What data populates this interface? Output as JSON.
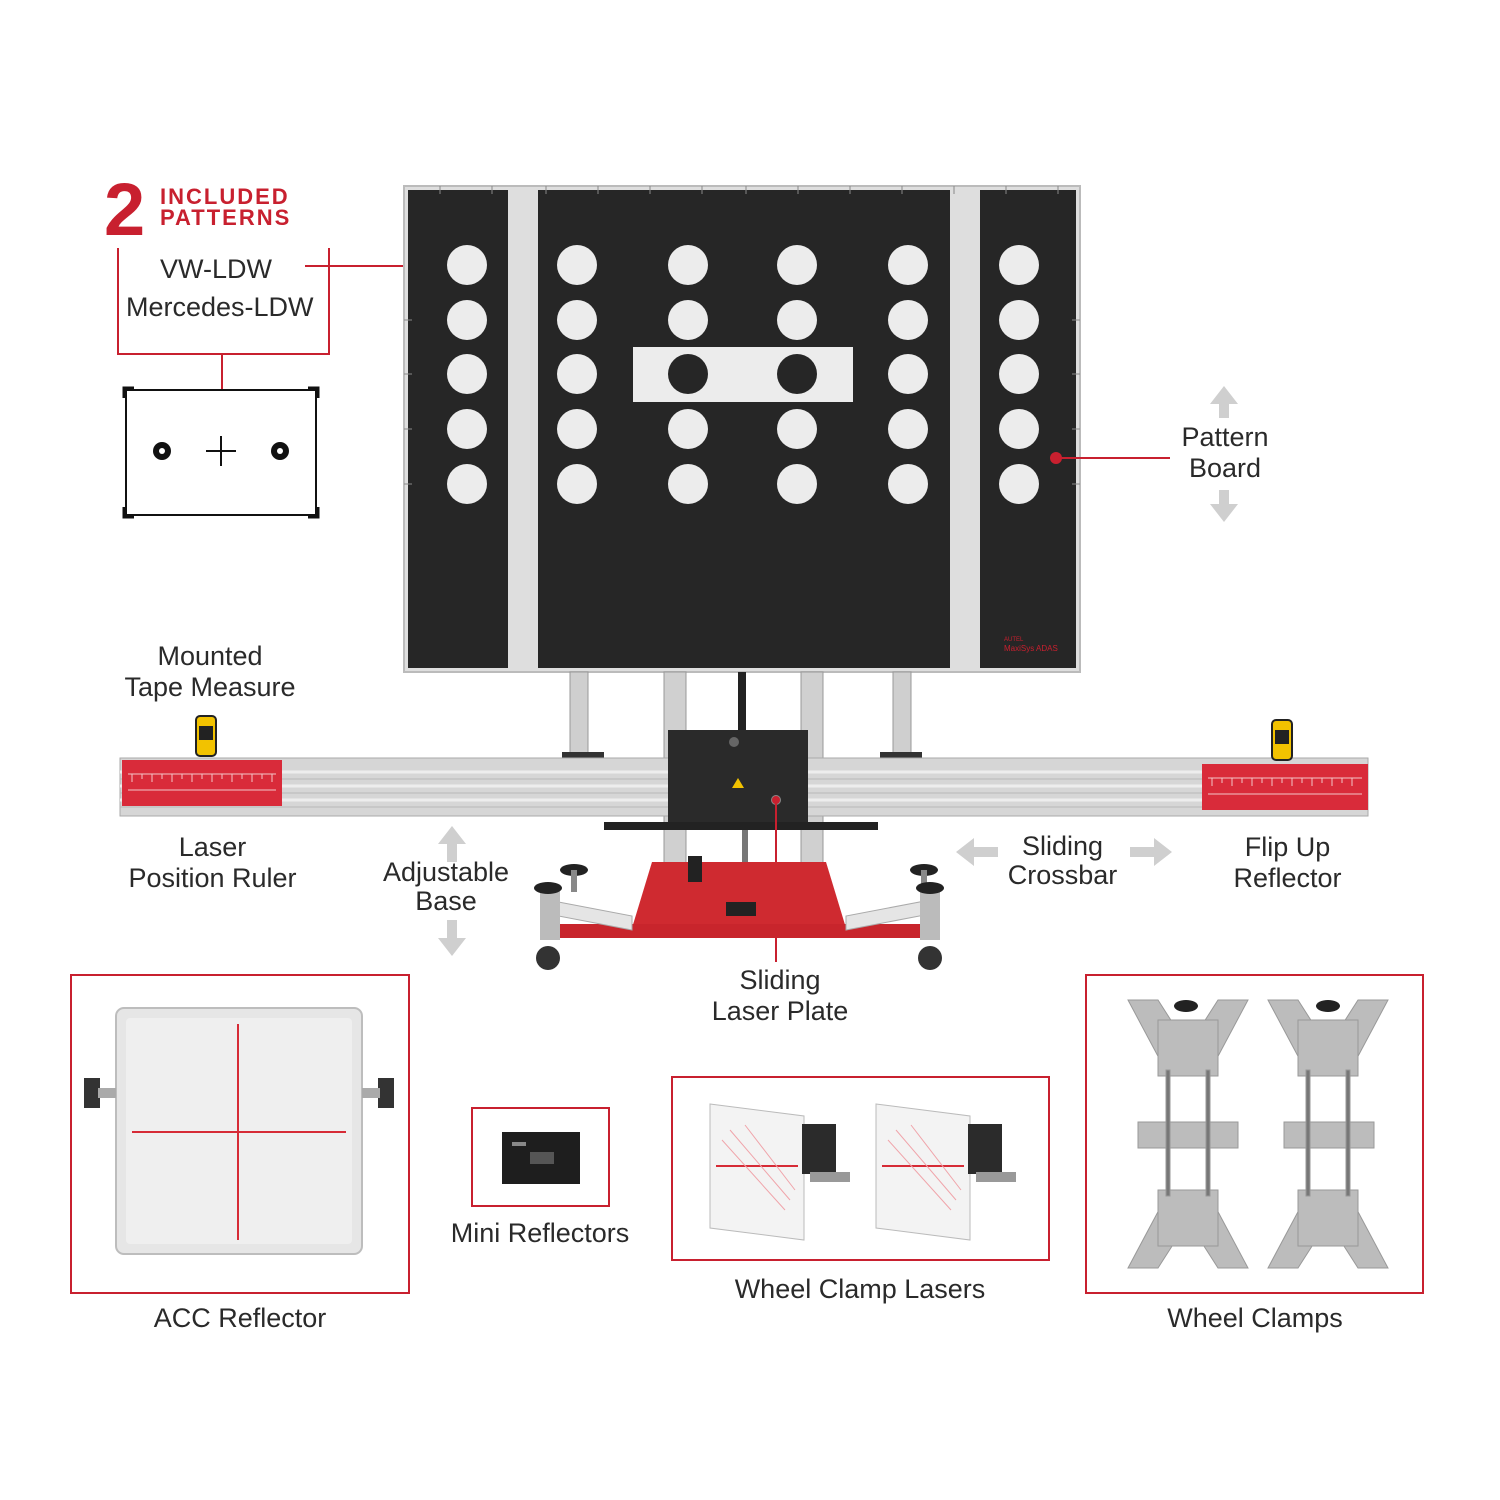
{
  "header": {
    "count": "2",
    "line1": "INCLUDED",
    "line2": "PATTERNS"
  },
  "patterns": [
    "VW-LDW",
    "Mercedes-LDW"
  ],
  "board_brand": {
    "line1": "AUTEL",
    "line2": "MaxiSys ADAS"
  },
  "labels": {
    "pattern_board": [
      "Pattern",
      "Board"
    ],
    "tape_measure": [
      "Mounted",
      "Tape Measure"
    ],
    "laser_ruler": [
      "Laser",
      "Position Ruler"
    ],
    "adjustable_base": [
      "Adjustable",
      "Base"
    ],
    "sliding_crossbar": [
      "Sliding",
      "Crossbar"
    ],
    "flip_reflector": [
      "Flip Up",
      "Reflector"
    ],
    "laser_plate": [
      "Sliding",
      "Laser Plate"
    ],
    "acc_reflector": "ACC Reflector",
    "mini_reflectors": "Mini Reflectors",
    "wheel_clamp_lasers": "Wheel Clamp Lasers",
    "wheel_clamps": "Wheel Clamps"
  },
  "colors": {
    "accent": "#c8202f",
    "board": "#262626",
    "rail": "#cfcfcf",
    "ruler": "#d92b3a"
  }
}
